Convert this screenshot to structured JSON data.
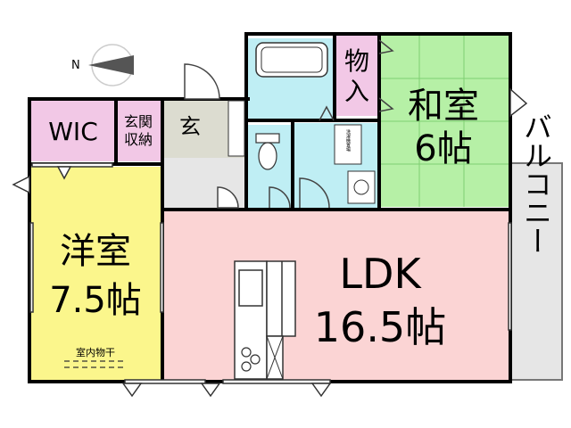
{
  "compass": {
    "north_label": "N"
  },
  "rooms": {
    "wic": {
      "name": "WIC",
      "color": "#f2c8e6"
    },
    "entrance_storage": {
      "line1": "玄関",
      "line2": "収納",
      "color": "#f2c8e6"
    },
    "entrance": {
      "name": "玄",
      "color": "#dcdcd0"
    },
    "closet": {
      "line1": "物",
      "line2": "入",
      "color": "#f2c8e6"
    },
    "washitsu": {
      "line1": "和室",
      "line2": "6帖",
      "color": "#b6f0a6"
    },
    "bath": {
      "color": "#bfeef4"
    },
    "toilet": {
      "color": "#bfeef4"
    },
    "washroom": {
      "color": "#bfeef4",
      "appliance_label": "洗濯機置場"
    },
    "hall": {
      "color": "#e6e6e6"
    },
    "yoshitsu": {
      "line1": "洋室",
      "line2": "7.5帖",
      "color": "#fbf68c"
    },
    "indoor_drying": {
      "label": "室内物干"
    },
    "ldk": {
      "line1": "LDK",
      "line2": "16.5帖",
      "color": "#fbd4d4"
    },
    "balcony": {
      "label": "バルコニー",
      "color": "#e6e6e6"
    }
  }
}
